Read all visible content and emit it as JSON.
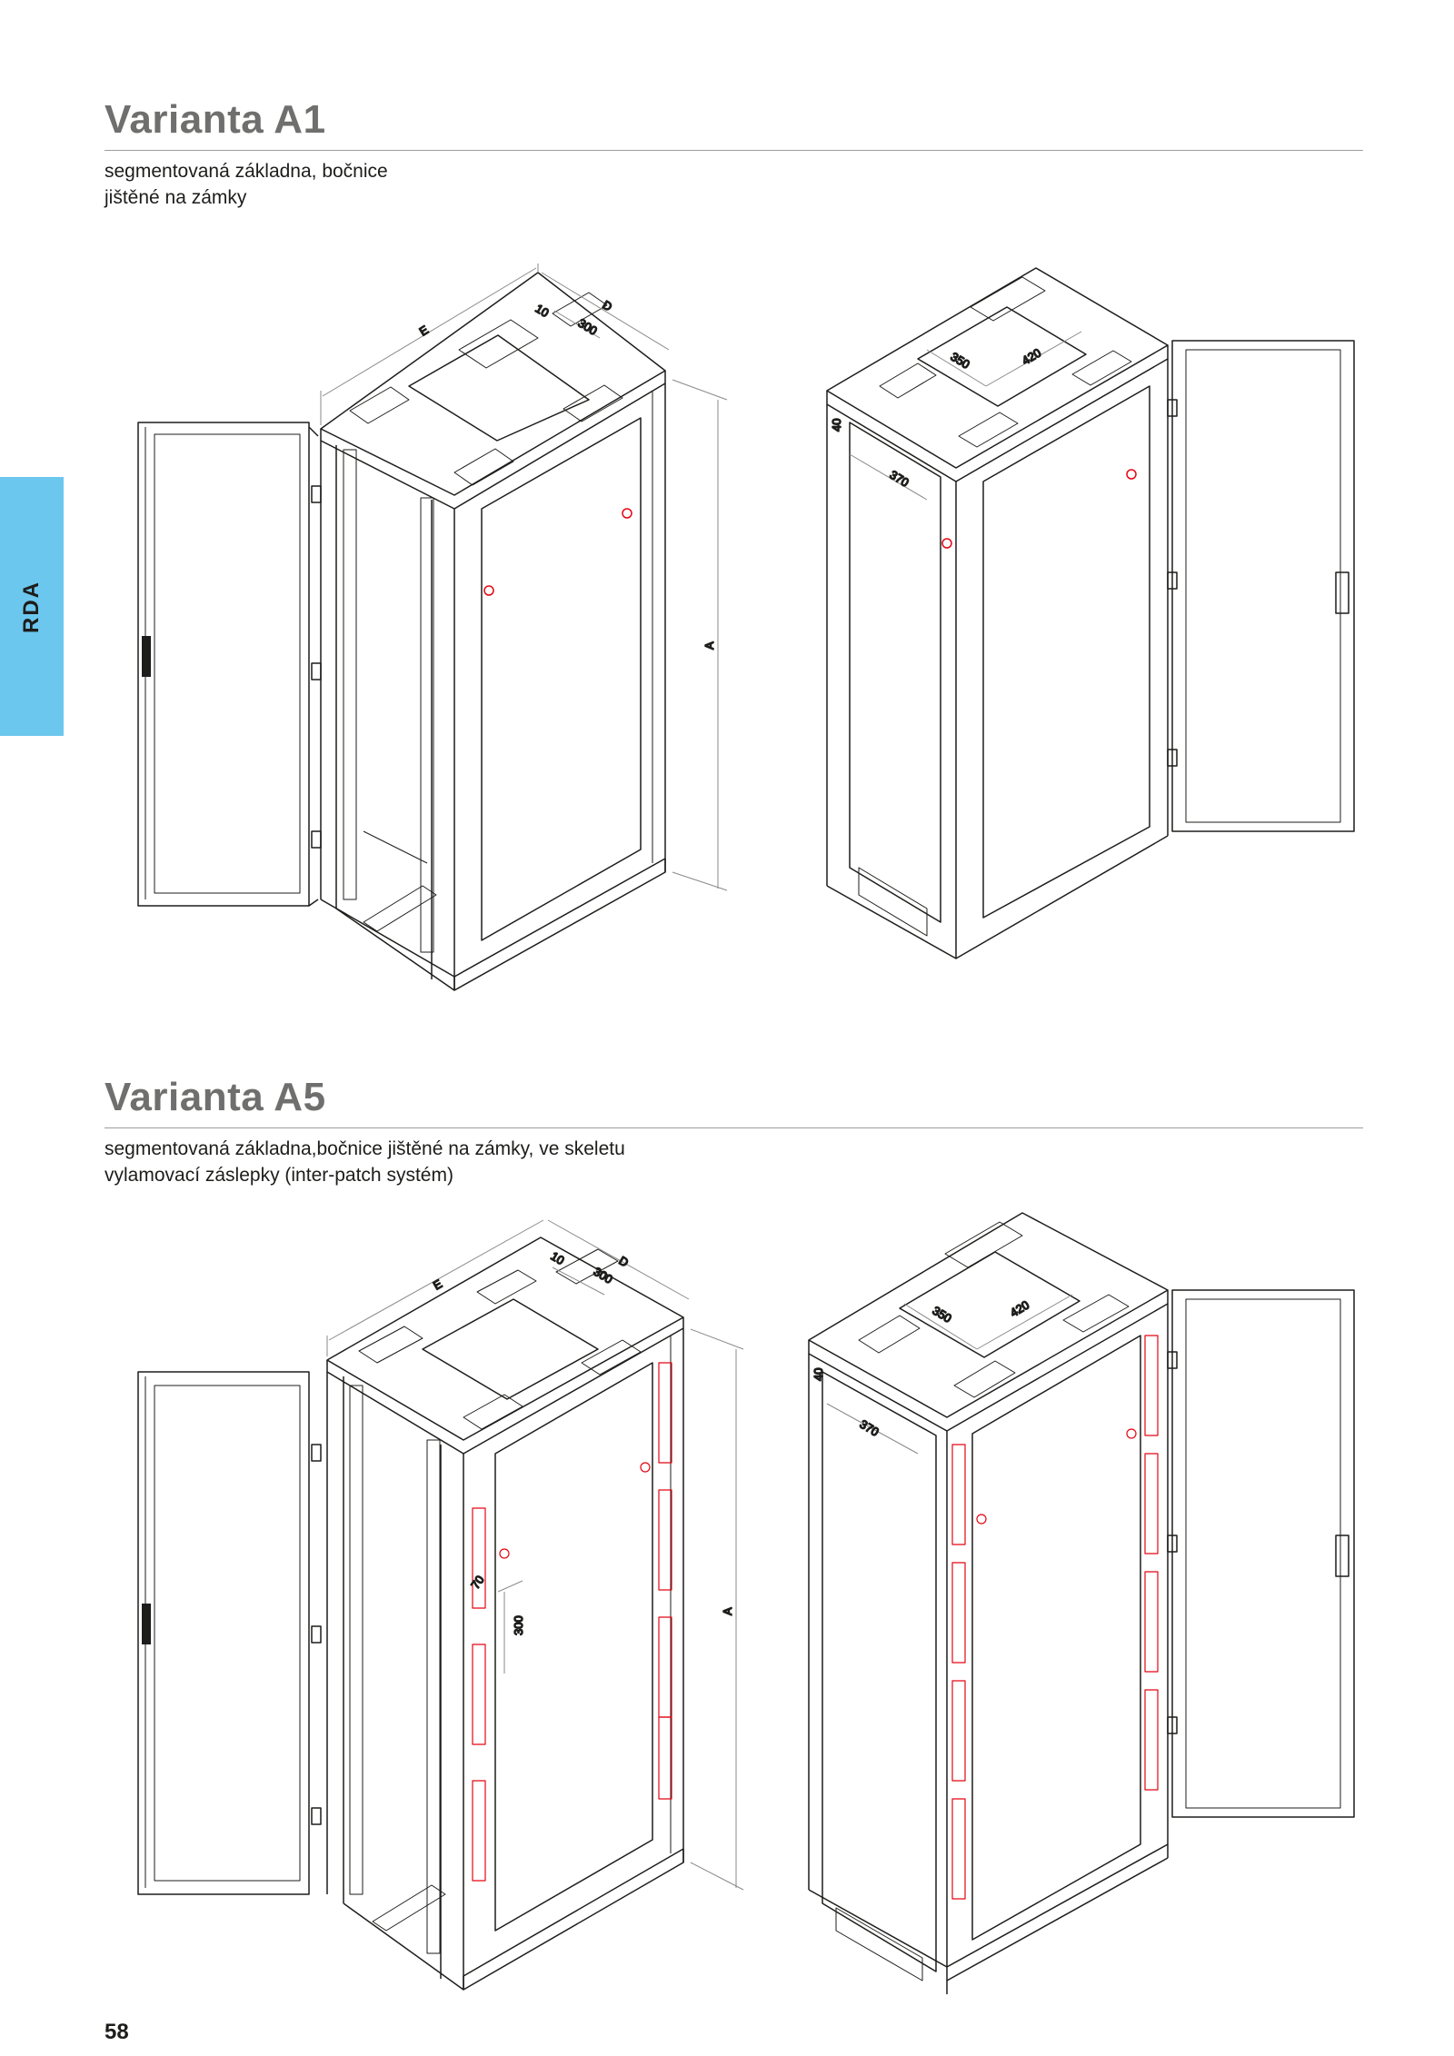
{
  "side_tab": {
    "label": "RDA",
    "color": "#6cc7ee"
  },
  "sections": [
    {
      "title": "Varianta A1",
      "subtitle_lines": [
        "segmentovaná základna, bočnice",
        "jištěné na zámky"
      ],
      "dimensions": {
        "left": [
          "E",
          "D",
          "10",
          "300",
          "A"
        ],
        "right": [
          "350",
          "420",
          "40",
          "370"
        ]
      }
    },
    {
      "title": "Varianta A5",
      "subtitle_lines": [
        "segmentovaná základna,bočnice jištěné na zámky, ve skeletu",
        "vylamovací záslepky (inter-patch systém)"
      ],
      "dimensions": {
        "left": [
          "E",
          "D",
          "10",
          "300",
          "A",
          "70",
          "300"
        ],
        "right": [
          "350",
          "420",
          "40",
          "370"
        ]
      }
    }
  ],
  "page_number": "58",
  "colors": {
    "title": "#6f6f6e",
    "line": "#1d1d1b",
    "accent_red": "#e30613",
    "dimension": "#8a8a8a"
  }
}
